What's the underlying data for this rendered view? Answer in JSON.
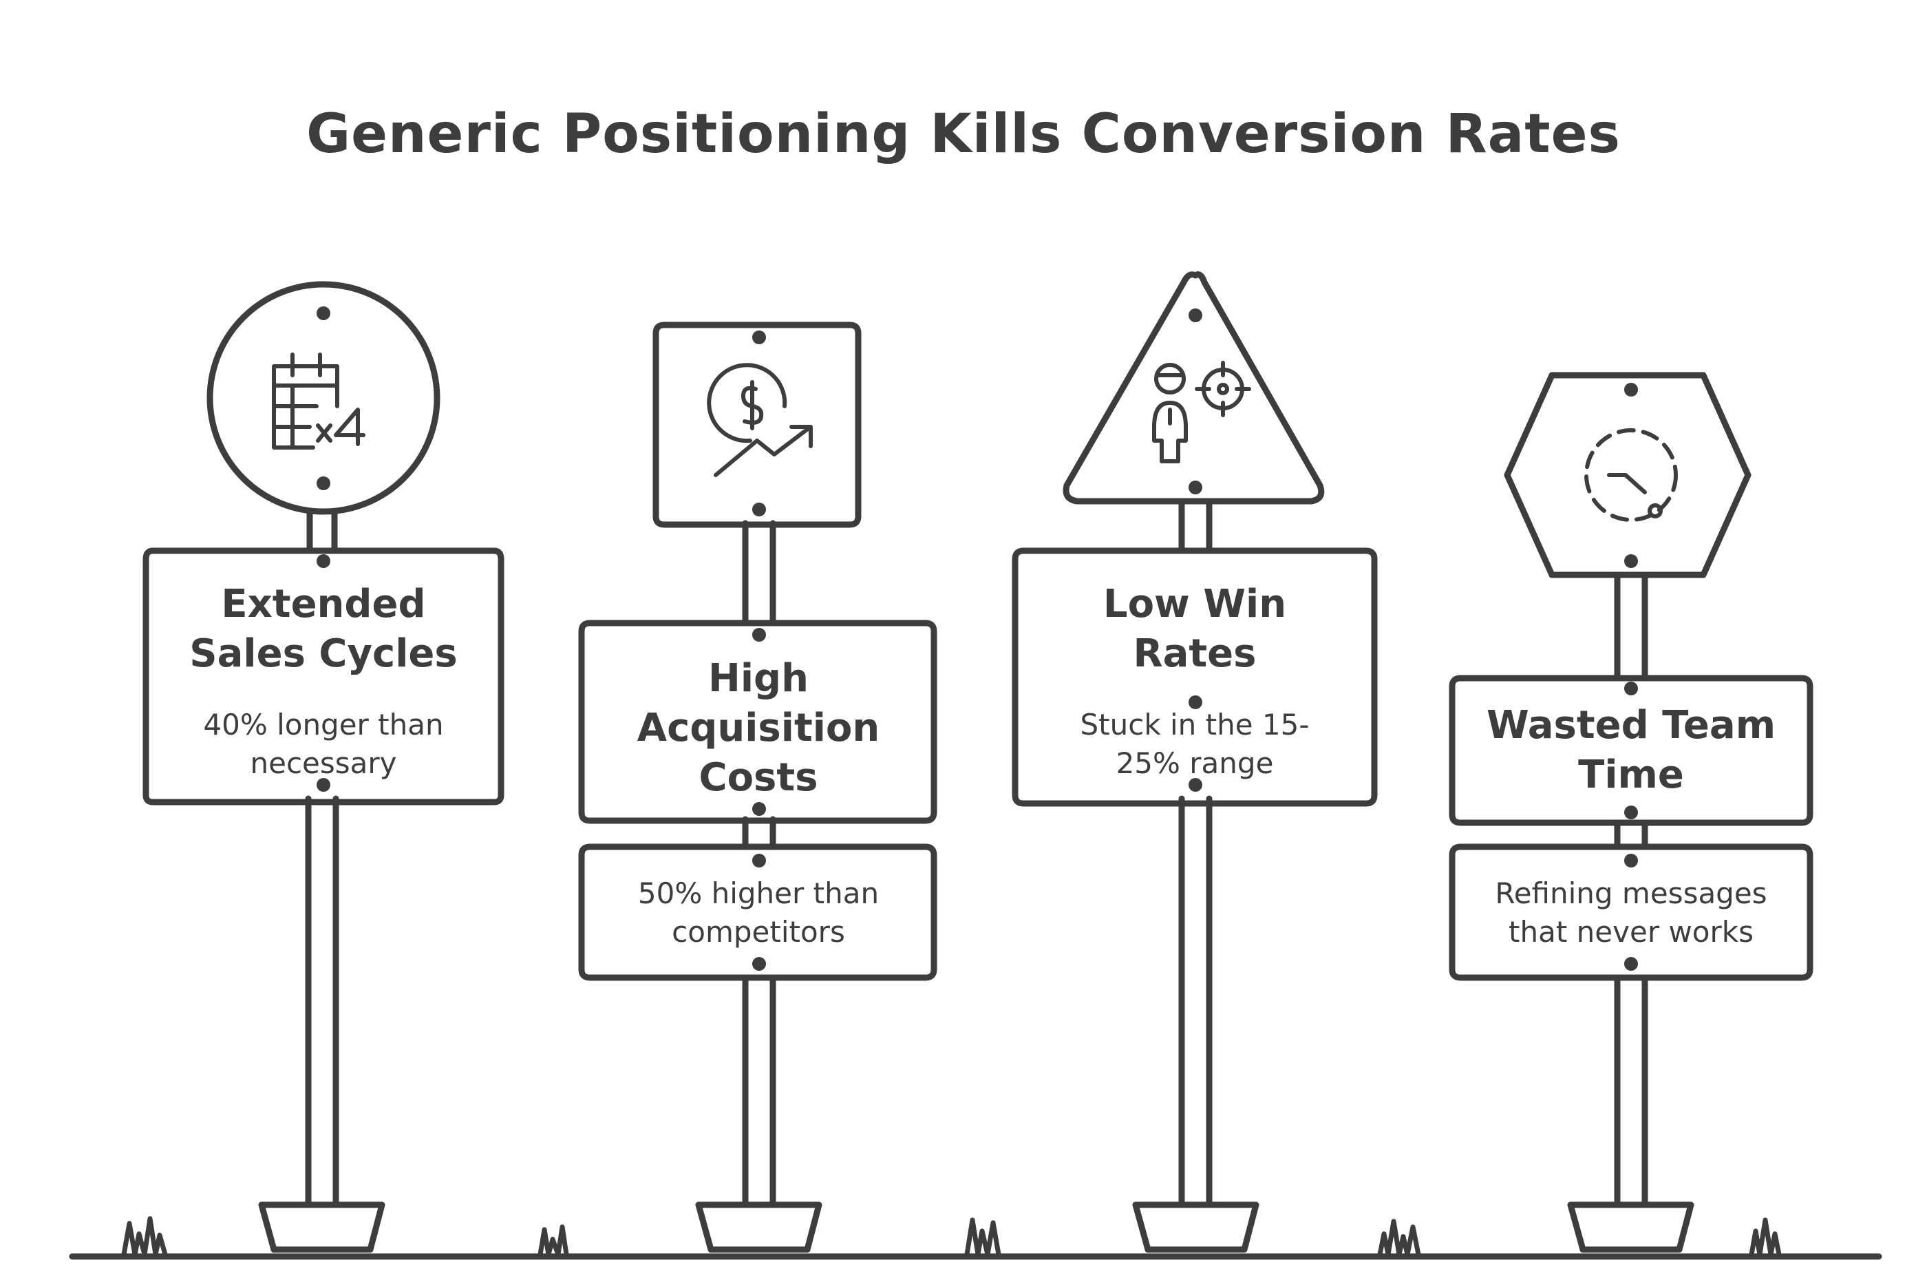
{
  "title": "Generic Positioning Kills Conversion Rates",
  "signs": [
    {
      "heading": "Extended Sales Cycles",
      "heading_lines": [
        "Extended",
        "Sales Cycles"
      ],
      "detail": "40% longer than necessary",
      "detail_lines": [
        "40% longer than",
        "necessary"
      ],
      "icon": "calendar-x4-icon",
      "sign_shape": "circle"
    },
    {
      "heading": "High Acquisition Costs",
      "heading_lines": [
        "High",
        "Acquisition",
        "Costs"
      ],
      "detail": "50% higher than competitors",
      "detail_lines": [
        "50% higher than",
        "competitors"
      ],
      "icon": "dollar-growth-icon",
      "sign_shape": "square"
    },
    {
      "heading": "Low Win Rates",
      "heading_lines": [
        "Low Win",
        "Rates"
      ],
      "detail": "Stuck in the 15-25% range",
      "detail_lines": [
        "Stuck in the 15-",
        "25% range"
      ],
      "icon": "person-target-icon",
      "sign_shape": "triangle"
    },
    {
      "heading": "Wasted Team Time",
      "heading_lines": [
        "Wasted Team",
        "Time"
      ],
      "detail": "Refining messages that never works",
      "detail_lines": [
        "Refining messages",
        "that never works"
      ],
      "icon": "clock-icon",
      "sign_shape": "hexagon"
    }
  ],
  "colors": {
    "ink": "#3d3d3d",
    "background": "#ffffff"
  }
}
